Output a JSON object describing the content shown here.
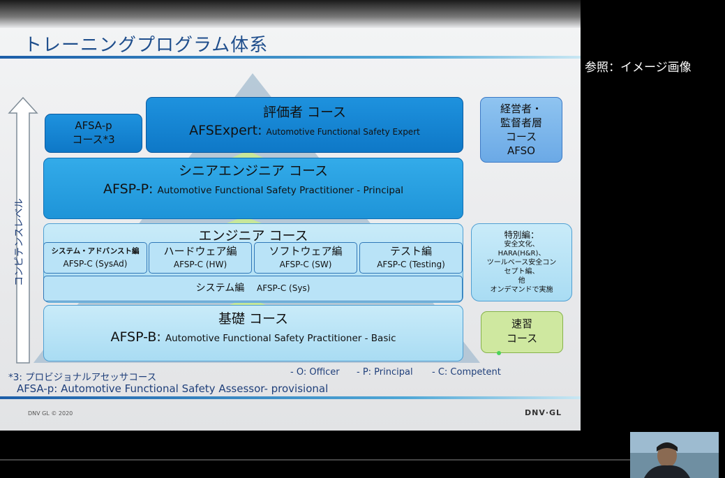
{
  "slide": {
    "title": "トレーニングプログラム体系",
    "competence_label": "コンピテンスレベル",
    "assessor": {
      "line1": "AFSA-p",
      "line2": "コース*3"
    },
    "expert": {
      "title": "評価者 コース",
      "code": "AFSExpert:",
      "desc": "Automotive Functional Safety Expert"
    },
    "exec": {
      "line1": "経営者・",
      "line2": "監督者層",
      "line3": "コース",
      "line4": "AFSO"
    },
    "senior": {
      "title": "シニアエンジニア コース",
      "code": "AFSP-P:",
      "desc": "Automotive Functional Safety Practitioner - Principal"
    },
    "engineer": {
      "title": "エンジニア コース",
      "subs": [
        {
          "name": "システム・アドバンスト編",
          "code": "AFSP-C (SysAd)"
        },
        {
          "name": "ハードウェア編",
          "code": "AFSP-C (HW)"
        },
        {
          "name": "ソフトウェア編",
          "code": "AFSP-C (SW)"
        },
        {
          "name": "テスト編",
          "code": "AFSP-C (Testing)"
        }
      ],
      "system": {
        "name": "システム編",
        "code": "AFSP-C (Sys)"
      }
    },
    "special": {
      "line1": "特別編：",
      "line2": "安全文化、",
      "line3": "HARA(H&R)、",
      "line4": "ツールベース安全コン",
      "line5": "セプト編、",
      "line6": "他",
      "line7": "オンデマンドで実施"
    },
    "basic": {
      "title": "基礎 コース",
      "code": "AFSP-B:",
      "desc": "Automotive Functional Safety Practitioner - Basic"
    },
    "intensive": {
      "line1": "速習",
      "line2": "コース"
    },
    "footnote1": "*3: プロビジョナルアセッサコース",
    "footnote2": "AFSA-p: Automotive Functional Safety Assessor- provisional",
    "legend": [
      "- O: Officer",
      "- P: Principal",
      "- C: Competent"
    ],
    "copyright": "DNV GL © 2020",
    "logo": "DNV·GL"
  },
  "reference_label": "参照：イメージ画像",
  "colors": {
    "title": "#1f4e8c",
    "dark_box": "#0e78c7",
    "light_box": "#b9e3f7",
    "green_box": "#cfe8a0",
    "arrow": "#cde8a0"
  }
}
